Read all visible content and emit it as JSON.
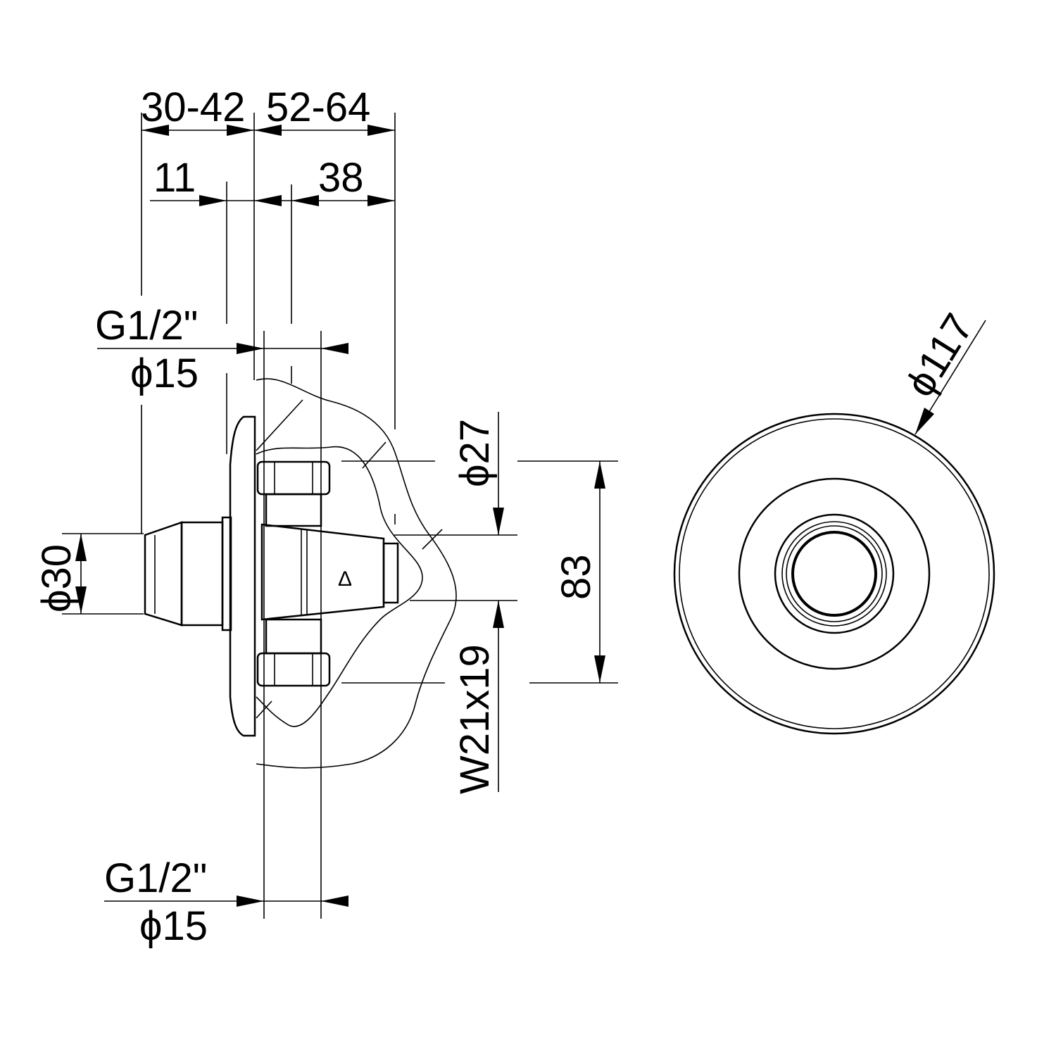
{
  "drawing": {
    "colors": {
      "line": "#000000",
      "background": "#ffffff"
    },
    "dimensions": {
      "top_left_range": "30-42",
      "top_right_range": "52-64",
      "depth_11": "11",
      "depth_38": "38",
      "thread_upper": "G1/2\"",
      "diameter_upper": "ϕ15",
      "thread_lower": "G1/2\"",
      "diameter_lower": "ϕ15",
      "diameter_30": "ϕ30",
      "diameter_27": "ϕ27",
      "spindle": "W21x19",
      "height_83": "83",
      "diameter_117": "ϕ117"
    },
    "marker_symbol": "Δ"
  }
}
